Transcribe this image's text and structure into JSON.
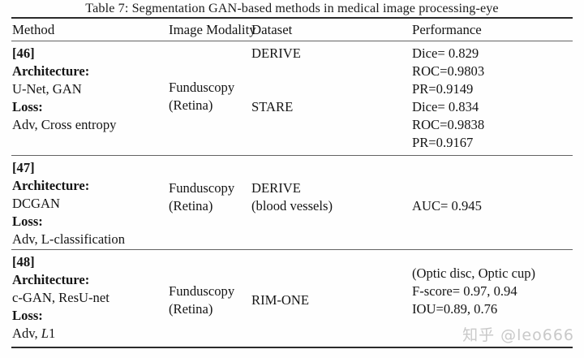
{
  "caption": "Table 7: Segmentation GAN-based methods in medical image processing-eye",
  "watermark": "知乎 @leo666",
  "colors": {
    "page_background": "#fefefe",
    "text": "#151515",
    "rule_thick": "#2b2b2b",
    "rule_thin": "#636363",
    "watermark": "#c9c9c9"
  },
  "table": {
    "headers": {
      "method": "Method",
      "modality": "Image Modality",
      "dataset": "Dataset",
      "performance": "Performance"
    },
    "rows": [
      {
        "ref": "[46]",
        "method_lines": [
          {
            "text": "[46]",
            "bold": true
          },
          {
            "text": "Architecture:",
            "bold": true
          },
          {
            "text": "U-Net, GAN",
            "bold": false
          },
          {
            "text": "Loss:",
            "bold": true
          },
          {
            "text": "Adv, Cross entropy",
            "bold": false
          }
        ],
        "modality_lines": [
          "Funduscopy",
          "(Retina)"
        ],
        "dataset_groups": [
          {
            "label": "DERIVE"
          },
          {
            "label": "STARE"
          }
        ],
        "performance_lines": [
          "Dice= 0.829",
          "ROC=0.9803",
          "PR=0.9149",
          "Dice= 0.834",
          "ROC=0.9838",
          "PR=0.9167"
        ]
      },
      {
        "ref": "[47]",
        "method_lines": [
          {
            "text": "[47]",
            "bold": true
          },
          {
            "text": "Architecture:",
            "bold": true
          },
          {
            "text": "DCGAN",
            "bold": false
          },
          {
            "text": "Loss:",
            "bold": true
          },
          {
            "text": "Adv, L-classification",
            "bold": false
          }
        ],
        "modality_lines": [
          "Funduscopy",
          "(Retina)"
        ],
        "dataset_lines": [
          "DERIVE",
          "(blood vessels)"
        ],
        "performance_lines": [
          "AUC= 0.945"
        ]
      },
      {
        "ref": "[48]",
        "method_lines": [
          {
            "text": "[48]",
            "bold": true
          },
          {
            "text": "Architecture:",
            "bold": true
          },
          {
            "text": "c-GAN, ResU-net",
            "bold": false
          },
          {
            "text": "Loss:",
            "bold": true
          },
          {
            "text": "Adv, L1",
            "bold": false,
            "italic_part": "L"
          }
        ],
        "modality_lines": [
          "Funduscopy",
          "(Retina)"
        ],
        "dataset_lines": [
          "RIM-ONE"
        ],
        "performance_lines": [
          "(Optic disc, Optic cup)",
          "F-score= 0.97, 0.94",
          "IOU=0.89, 0.76"
        ]
      }
    ]
  }
}
